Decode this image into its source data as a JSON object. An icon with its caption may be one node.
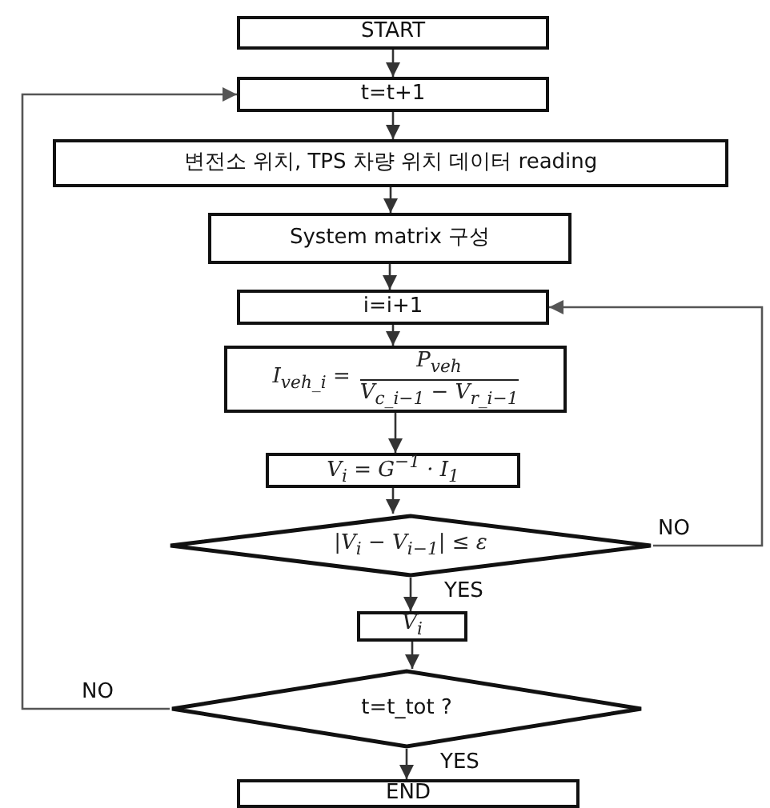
{
  "diagram": {
    "nodes": [
      {
        "text": [
          "START"
        ]
      },
      {
        "text": [
          "t=t+1"
        ]
      },
      {
        "text": [
          "변전소 위치, TPS 차량 위치 데이터 reading"
        ]
      },
      {
        "text": [
          "System matrix 구성"
        ]
      },
      {
        "text": [
          "i=i+1"
        ]
      },
      {
        "text": [
          "I$_{veh_i}$ =",
          "P$_{veh}$",
          "V$_{c_i−1}$ − V$_{r_i−1}$"
        ]
      },
      {
        "text": [
          "V$_{i}$ = G$^{−1}$ · I$_{1}$"
        ]
      },
      {
        "text": [
          "|V$_{i}$ − V$_{i−1}$| ≤ ε"
        ]
      },
      {
        "text": [
          "V$_{i}$"
        ]
      },
      {
        "text": [
          "t=t_tot ?"
        ]
      },
      {
        "text": [
          "END"
        ]
      }
    ],
    "edges": [
      {
        "from": 0,
        "to": 1,
        "arrow": "to"
      },
      {
        "from": 1,
        "to": 2,
        "arrow": "to"
      },
      {
        "from": 2,
        "to": 3,
        "arrow": "to"
      },
      {
        "from": 3,
        "to": 4,
        "arrow": "to"
      },
      {
        "from": 4,
        "to": 5,
        "arrow": "to"
      },
      {
        "from": 5,
        "to": 6,
        "arrow": "to"
      },
      {
        "from": 6,
        "to": 7,
        "arrow": "to"
      },
      {
        "from": 7,
        "to": 8,
        "arrow": "to",
        "label": "YES"
      },
      {
        "from": 7,
        "to": 4,
        "arrow": "to",
        "label": "NO",
        "color": "#555555"
      },
      {
        "from": 8,
        "to": 9,
        "arrow": "to"
      },
      {
        "from": 9,
        "to": 10,
        "arrow": "to",
        "label": "YES"
      },
      {
        "from": 9,
        "to": 1,
        "arrow": "to",
        "label": "NO",
        "color": "#555555"
      }
    ]
  }
}
